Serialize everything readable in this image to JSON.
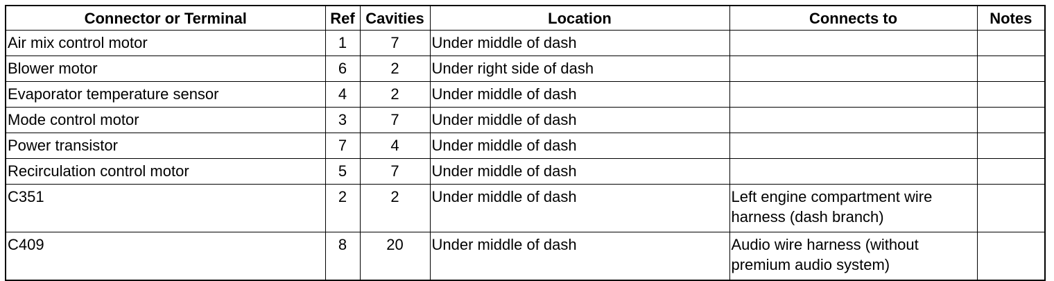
{
  "table": {
    "headers": [
      "Connector or Terminal",
      "Ref",
      "Cavities",
      "Location",
      "Connects to",
      "Notes"
    ],
    "rows": [
      {
        "connector": "Air mix control motor",
        "ref": "1",
        "cavities": "7",
        "location": "Under middle of dash",
        "connects_to": "",
        "notes": ""
      },
      {
        "connector": "Blower motor",
        "ref": "6",
        "cavities": "2",
        "location": "Under right side of dash",
        "connects_to": "",
        "notes": ""
      },
      {
        "connector": "Evaporator temperature sensor",
        "ref": "4",
        "cavities": "2",
        "location": "Under middle of dash",
        "connects_to": "",
        "notes": ""
      },
      {
        "connector": "Mode control motor",
        "ref": "3",
        "cavities": "7",
        "location": "Under middle of dash",
        "connects_to": "",
        "notes": ""
      },
      {
        "connector": "Power transistor",
        "ref": "7",
        "cavities": "4",
        "location": "Under middle of dash",
        "connects_to": "",
        "notes": ""
      },
      {
        "connector": "Recirculation control motor",
        "ref": "5",
        "cavities": "7",
        "location": "Under middle of dash",
        "connects_to": "",
        "notes": ""
      },
      {
        "connector": "C351",
        "ref": "2",
        "cavities": "2",
        "location": "Under middle of dash",
        "connects_to": "Left engine compartment wire harness (dash branch)",
        "notes": ""
      },
      {
        "connector": "C409",
        "ref": "8",
        "cavities": "20",
        "location": "Under middle of dash",
        "connects_to": "Audio wire harness (without premium audio system)",
        "notes": ""
      }
    ]
  }
}
